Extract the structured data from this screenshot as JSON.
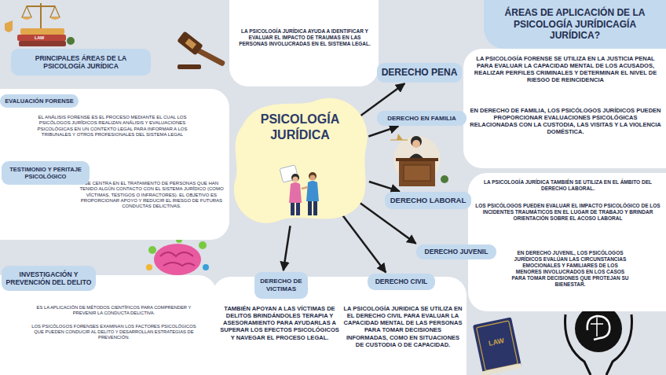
{
  "diagram": {
    "nodes": [
      {
        "text": [
          "PRINCIPALES ÁREAS DE LA PSICOLOGÍA JURÍDICA"
        ]
      },
      {
        "text": [
          "LA PSICOLOGÍA JURÍDICA AYUDA A IDENTIFICAR Y EVALUAR EL IMPACTO DE TRAUMAS EN LAS PERSONAS INVOLUCRADAS EN EL SISTEMA LEGAL."
        ]
      },
      {
        "text": [
          "ÁREAS DE APLICACIÓN DE LA PSICOLOGÍA JURÍDICAGÍA JURÍDICA?"
        ]
      },
      {
        "text": [
          "EL ANÁLISIS FORENSE ES EL PROCESO MEDIANTE EL CUAL LOS PSICÓLOGOS JURÍDICOS REALIZAN ANÁLISIS Y EVALUACIONES PSICOLÓGICAS EN UN CONTEXTO LEGAL PARA INFORMAR A LOS TRIBUNALES Y OTROS PROFESIONALES DEL SISTEMA LEGAL",
          "SE CENTRA EN EL TRATAMIENTO DE PERSONAS QUE HAN TENIDO ALGÚN CONTACTO CON EL SISTEMA JURÍDICO (COMO VÍCTIMAS, TESTIGOS O INFRACTORES). EL OBJETIVO ES PROPORCIONAR APOYO Y REDUCIR EL RIESGO DE FUTURAS CONDUCTAS DELICTIVAS."
        ]
      },
      {
        "text": [
          "EVALUACIÓN FORENSE"
        ],
        "in": 3
      },
      {
        "text": [
          "TESTIMONIO Y PERITAJE PSICOLÓGICO"
        ],
        "in": 3
      },
      {
        "text": [
          "DERECHO PENA"
        ]
      },
      {
        "text": [
          "LA PSICOLOGÍA FORENSE SE UTILIZA EN LA JUSTICIA PENAL PARA EVALUAR LA CAPACIDAD MENTAL DE LOS ACUSADOS, REALIZAR PERFILES CRIMINALES Y DETERMINAR EL NIVEL DE RIESGO DE REINCIDENCIA",
          "EN DERECHO DE FAMILIA, LOS PSICÓLOGOS JURÍDICOS PUEDEN PROPORCIONAR EVALUACIONES PSICOLÓGICAS RELACIONADAS CON LA CUSTODIA, LAS VISITAS Y LA VIOLENCIA DOMÉSTICA."
        ]
      },
      {
        "text": [
          "PSICOLOGÍA JURÍDICA"
        ]
      },
      {
        "text": [
          "DERECHO EN FAMILIA"
        ]
      },
      {
        "text": [
          "LA PSICOLOGÍA JURÍDICA TAMBIÉN SE UTILIZA EN EL ÁMBITO DEL DERECHO LABORAL.",
          "LOS PSICÓLOGOS PUEDEN EVALUAR EL IMPACTO PSICOLÓGICO DE LOS INCIDENTES TRAUMÁTICOS EN EL LUGAR DE TRABAJO Y BRINDAR ORIENTACIÓN SOBRE EL ACOSO LABORAL",
          "EN DERECHO JUVENIL, LOS PSICÓLOGOS JURÍDICOS EVALÚAN LAS CIRCUNSTANCIAS EMOCIONALES Y FAMILIARES DE LOS MENORES INVOLUCRADOS EN LOS CASOS PARA TOMAR DECISIONES QUE PROTEJAN SU BIENESTAR."
        ]
      },
      {
        "text": [
          "DERECHO LABORAL"
        ]
      },
      {
        "text": [
          "DERECHO JUVENIL"
        ]
      },
      {
        "text": [
          "ES LA APLICACIÓN DE MÉTODOS CIENTÍFICOS PARA COMPRENDER Y PREVENIR LA CONDUCTA DELICTIVA.",
          "LOS PSICÓLOGOS FORENSES EXAMINAN LOS FACTORES PSICOLÓGICOS QUE PUEDEN CONDUCIR AL DELITO Y DESARROLLAN ESTRATEGIAS DE PREVENCIÓN."
        ]
      },
      {
        "text": [
          "INVESTIGACIÓN Y PREVENCIÓN DEL DELITO"
        ],
        "in": 13
      },
      {
        "text": [
          "TAMBIÉN APOYAN A LAS VÍCTIMAS DE DELITOS BRINDÁNDOLES TERAPIA Y ASESORAMIENTO PARA AYUDARLAS A SUPERAR LOS EFECTOS PSICOLÓGICOS Y NAVEGAR EL PROCESO LEGAL.",
          "LA PSICOLOGÍA JURIDICA SE UTILIZA EN EL DERECHO CIVIL PARA EVALUAR LA CAPACIDAD MENTAL DE LAS PERSONAS PARA TOMAR DECISIONES INFORMADAS, COMO EN SITUACIONES DE CUSTODIA O DE CAPACIDAD."
        ]
      },
      {
        "text": [
          "DERECHO DE VICTIMAS"
        ],
        "in": 15
      },
      {
        "text": [
          "DERECHO CIVIL"
        ],
        "in": 15
      }
    ],
    "edges": [
      {
        "from": 8,
        "to": 6,
        "arrow": "to"
      },
      {
        "from": 8,
        "to": 9,
        "arrow": "to"
      },
      {
        "from": 8,
        "to": 11,
        "arrow": "to"
      },
      {
        "from": 8,
        "to": 12,
        "arrow": "to"
      },
      {
        "from": 8,
        "to": 17,
        "arrow": "to"
      },
      {
        "from": 8,
        "to": 16,
        "arrow": "to"
      }
    ],
    "labels": [
      "LAW",
      "LAW"
    ]
  }
}
